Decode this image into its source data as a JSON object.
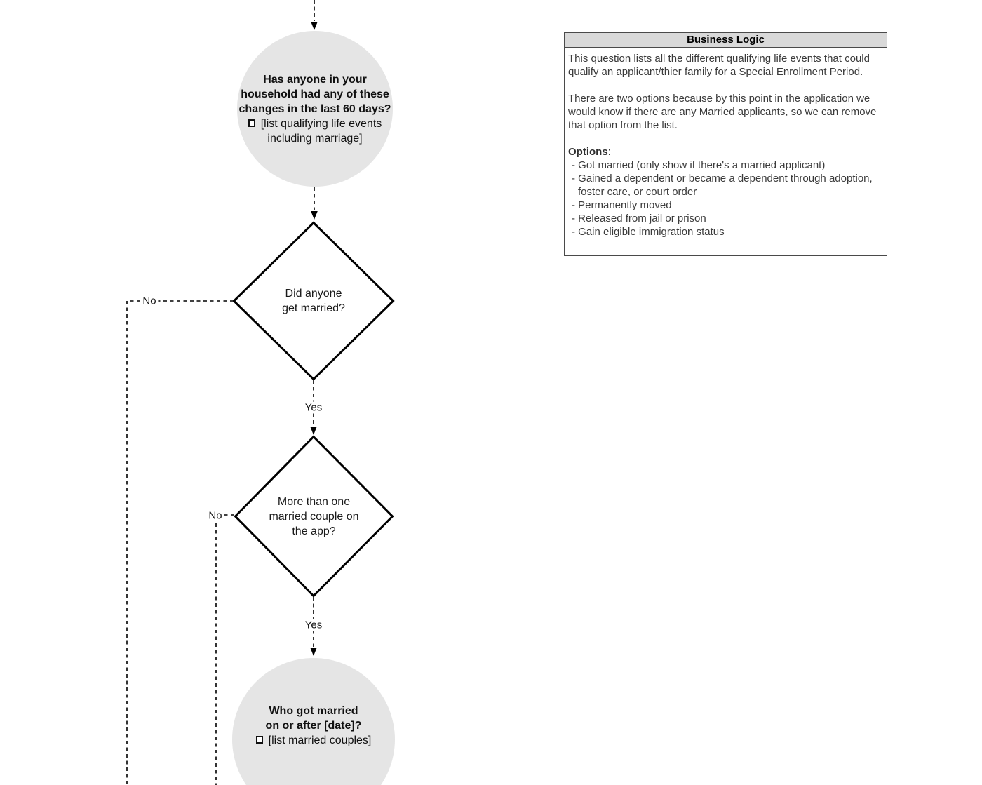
{
  "flowchart": {
    "nodes": {
      "start_circle": {
        "question_lines": [
          "Has anyone in your",
          "household had any of these",
          "changes in the last 60 days?"
        ],
        "bullet_lines": [
          "[list qualifying life events",
          "including marriage]"
        ]
      },
      "married_decision": {
        "question_lines": [
          "Did anyone",
          "get married?"
        ]
      },
      "multiple_couples_decision": {
        "question_lines": [
          "More than one",
          "married couple on",
          "the app?"
        ]
      },
      "who_married_circle": {
        "question_lines": [
          "Who got married",
          "on or after [date]?"
        ],
        "bullet": "[list married couples]"
      }
    },
    "edge_labels": {
      "married_no": "No",
      "married_yes": "Yes",
      "couples_no": "No",
      "couples_yes": "Yes"
    }
  },
  "business_logic": {
    "title": "Business Logic",
    "paragraphs": [
      "This question lists all the different qualifying life events that could qualify an applicant/thier family for a Special Enrollment Period.",
      "There are two options because by this point in the application we would know if there are any Married applicants, so we can remove that option from the list."
    ],
    "options_label": "Options",
    "options_colon": ":",
    "options": [
      "- Got married (only show if there's a married applicant)",
      "- Gained a dependent or became a dependent through adoption, foster care, or court order",
      "- Permanently moved",
      "- Released from jail or prison",
      "- Gain eligible immigration status"
    ]
  },
  "colors": {
    "node_fill": "#e5e5e5",
    "line": "#000000",
    "panel_header_fill": "#d9d9d9",
    "panel_border": "#4a4a4a",
    "body_text": "#3b3b3b"
  }
}
